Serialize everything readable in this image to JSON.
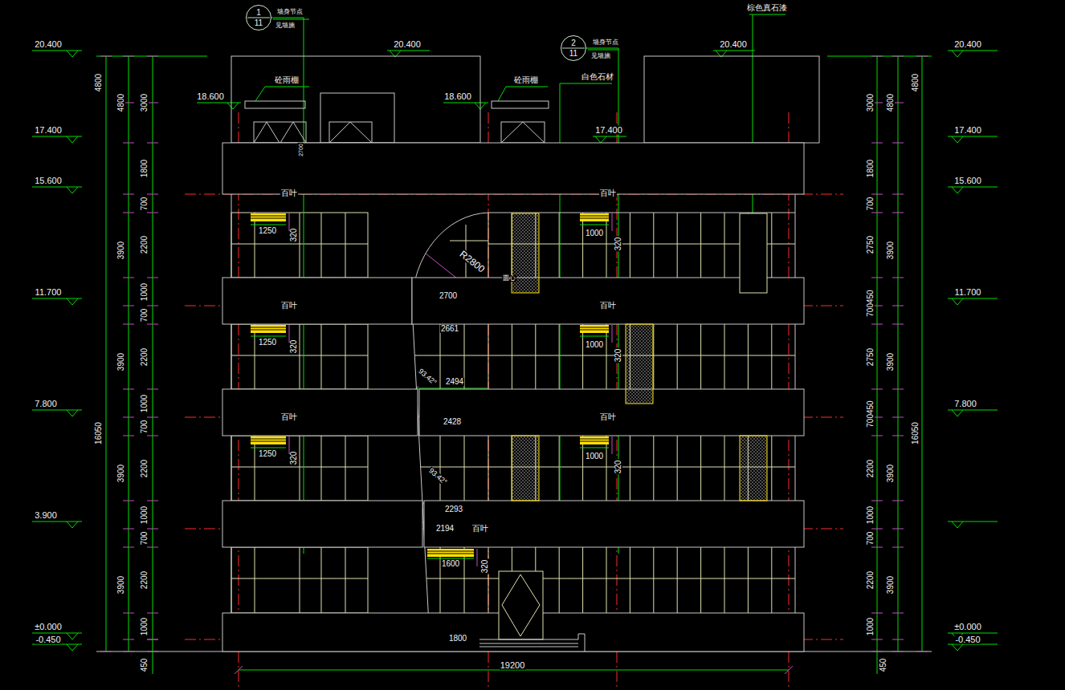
{
  "diagram": {
    "nodes": [
      {
        "text": [
          "1",
          "11"
        ]
      },
      {
        "text": [
          "2",
          "11"
        ]
      }
    ],
    "labels": [
      "20.400",
      "17.400",
      "15.600",
      "11.700",
      "7.800",
      "3.900",
      "±0.000",
      "-0.450",
      "20.400",
      "17.400",
      "15.600",
      "11.700",
      "7.800",
      "±0.000",
      "-0.450",
      "20.400",
      "20.400",
      "18.600",
      "18.600",
      "17.400",
      "砼雨棚",
      "砼雨棚",
      "白色石材",
      "棕色真石漆",
      "墙身节点",
      "见墙施",
      "墙身节点",
      "见墙施",
      "3000",
      "1800",
      "700",
      "2200",
      "1000",
      "700",
      "2200",
      "1000",
      "700",
      "2200",
      "1000",
      "700",
      "2200",
      "1000",
      "4800",
      "3900",
      "3900",
      "3900",
      "3900",
      "4800",
      "16050",
      "450",
      "3000",
      "1800",
      "700",
      "2750",
      "700450",
      "2750",
      "700450",
      "2200",
      "1000",
      "700",
      "2200",
      "1000",
      "4800",
      "3900",
      "3900",
      "3900",
      "3900",
      "4800",
      "16050",
      "450",
      "百叶",
      "1250",
      "320",
      "百叶",
      "1250",
      "320",
      "百叶",
      "1250",
      "320",
      "百叶",
      "1000",
      "320",
      "百叶",
      "1000",
      "320",
      "百叶",
      "1000",
      "320",
      "百叶",
      "1600",
      "320",
      "R2800",
      "圆心",
      "2700",
      "2661",
      "93.42°",
      "2494",
      "2428",
      "93.42°",
      "2293",
      "2194",
      "1800",
      "19200",
      "2700"
    ]
  }
}
